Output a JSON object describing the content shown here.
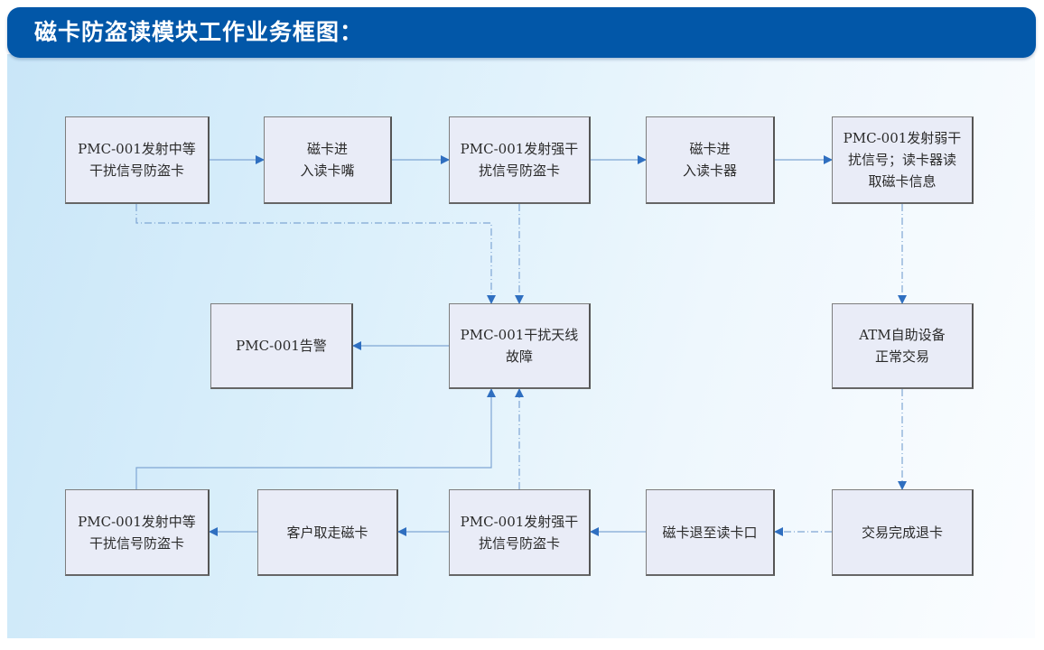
{
  "header": {
    "title": "磁卡防盗读模块工作业务框图："
  },
  "colors": {
    "title_bar": "#0257a8",
    "node_fill": "#e9ecf7",
    "arrow": "#2f6fc0",
    "line": "#7fa6d4"
  },
  "nodes": [
    {
      "id": "n1",
      "label": "PMC-001发射中等\n干扰信号防盗卡"
    },
    {
      "id": "n2",
      "label": "磁卡进\n入读卡嘴"
    },
    {
      "id": "n3",
      "label": "PMC-001发射强干\n扰信号防盗卡"
    },
    {
      "id": "n4",
      "label": "磁卡进\n入读卡器"
    },
    {
      "id": "n5",
      "label": "PMC-001发射弱干\n扰信号；读卡器读\n取磁卡信息"
    },
    {
      "id": "n6",
      "label": "PMC-001告警"
    },
    {
      "id": "n7",
      "label": "PMC-001干扰天线\n故障"
    },
    {
      "id": "n8",
      "label": "ATM自助设备\n正常交易"
    },
    {
      "id": "n9",
      "label": "PMC-001发射中等\n干扰信号防盗卡"
    },
    {
      "id": "n10",
      "label": "客户取走磁卡"
    },
    {
      "id": "n11",
      "label": "PMC-001发射强干\n扰信号防盗卡"
    },
    {
      "id": "n12",
      "label": "磁卡退至读卡口"
    },
    {
      "id": "n13",
      "label": "交易完成退卡"
    }
  ],
  "edges": [
    {
      "from": "n1",
      "to": "n2"
    },
    {
      "from": "n2",
      "to": "n3"
    },
    {
      "from": "n3",
      "to": "n4"
    },
    {
      "from": "n4",
      "to": "n5"
    },
    {
      "from": "n5",
      "to": "n8"
    },
    {
      "from": "n8",
      "to": "n13"
    },
    {
      "from": "n13",
      "to": "n12"
    },
    {
      "from": "n12",
      "to": "n11"
    },
    {
      "from": "n11",
      "to": "n10"
    },
    {
      "from": "n10",
      "to": "n9"
    },
    {
      "from": "n1",
      "to": "n7"
    },
    {
      "from": "n3",
      "to": "n7"
    },
    {
      "from": "n9",
      "to": "n7"
    },
    {
      "from": "n11",
      "to": "n7"
    },
    {
      "from": "n7",
      "to": "n6"
    }
  ]
}
